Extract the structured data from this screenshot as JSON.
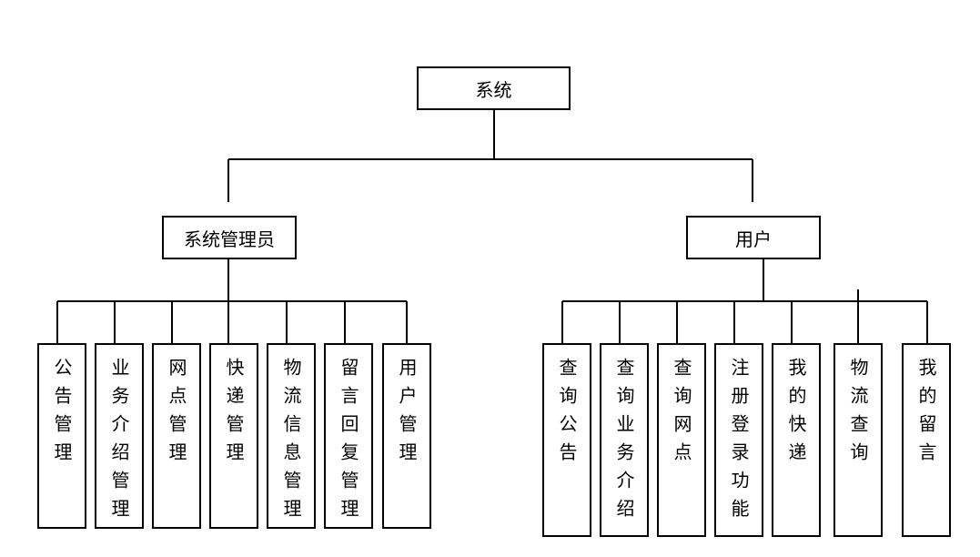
{
  "root": {
    "label": "系统"
  },
  "admin": {
    "label": "系统管理员",
    "children": [
      "公告管理",
      "业务介绍管理",
      "网点管理",
      "快递管理",
      "物流信息管理",
      "留言回复管理",
      "用户管理"
    ]
  },
  "user": {
    "label": "用户",
    "children": [
      "查询公告",
      "查询业务介绍",
      "查询网点",
      "注册登录功能",
      "我的快递",
      "物流查询",
      "我的留言"
    ]
  }
}
